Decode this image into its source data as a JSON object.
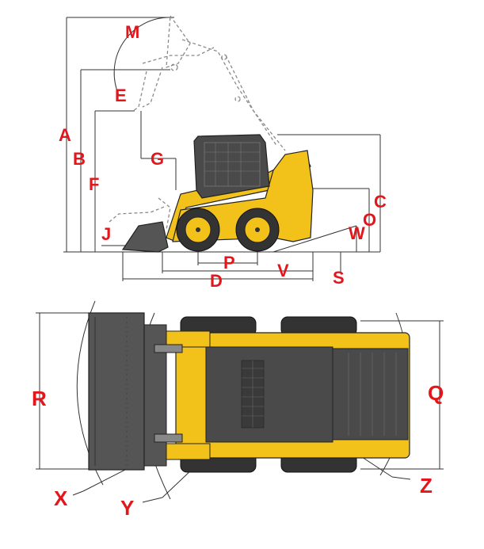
{
  "colors": {
    "machine_yellow": "#f2c21b",
    "machine_dark": "#4a4a4a",
    "label_red": "#e3161c",
    "line": "#333333"
  },
  "side_view": {
    "labels": {
      "M": "M",
      "E": "E",
      "A": "A",
      "B": "B",
      "F": "F",
      "G": "G",
      "C": "C",
      "O": "O",
      "W": "W",
      "J": "J",
      "P": "P",
      "V": "V",
      "D": "D",
      "S": "S"
    }
  },
  "top_view": {
    "labels": {
      "R": "R",
      "Q": "Q",
      "X": "X",
      "Y": "Y",
      "Z": "Z"
    }
  }
}
